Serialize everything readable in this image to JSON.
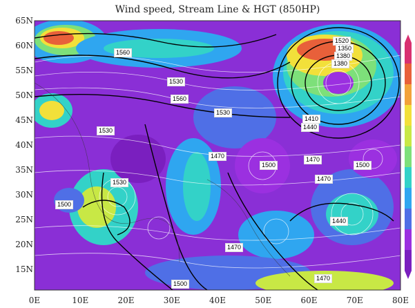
{
  "title": "Wind speed, Stream Line & HGT (850HP)",
  "lat_labels": [
    "65N",
    "60N",
    "55N",
    "50N",
    "45N",
    "40N",
    "35N",
    "30N",
    "25N",
    "20N",
    "15N"
  ],
  "lon_labels": [
    "0E",
    "10E",
    "20E",
    "30E",
    "40E",
    "50E",
    "60E",
    "70E",
    "80E"
  ],
  "hgt_labels": [
    "1560",
    "1530",
    "1560",
    "1530",
    "1530",
    "1470",
    "1500",
    "1470",
    "1500",
    "1530",
    "1500",
    "1470",
    "1440",
    "1470",
    "1500",
    "1470",
    "1520",
    "1350",
    "1380",
    "1380",
    "1410",
    "1440"
  ],
  "colorbar_colors": [
    "#7a1fbf",
    "#9b30e0",
    "#4f6fe6",
    "#2fa6f0",
    "#33d2c8",
    "#7de07a",
    "#c8e845",
    "#f2e03a",
    "#f2a23a",
    "#e8603a",
    "#d83070"
  ],
  "legend_visible": true
}
